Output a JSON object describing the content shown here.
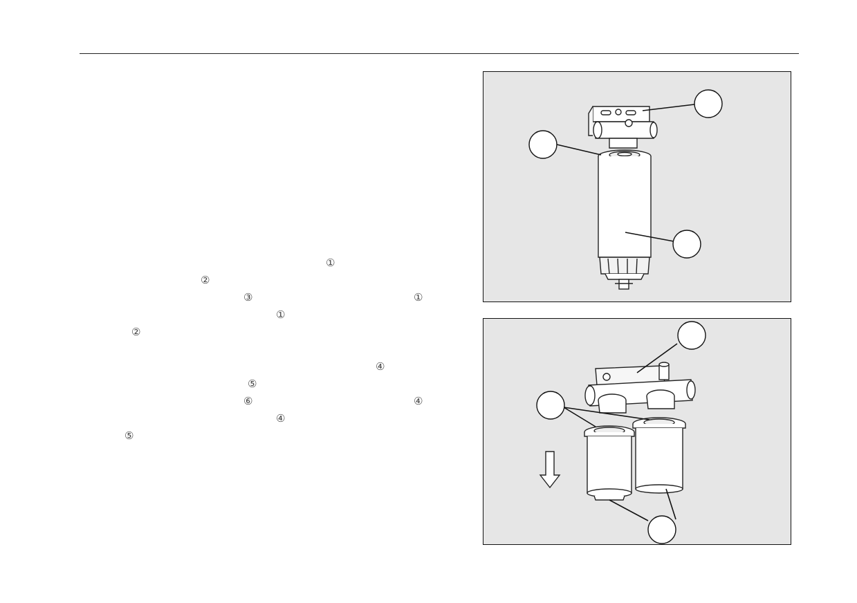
{
  "page": {
    "text_markers": [
      "①",
      "②",
      "③",
      "①",
      "①",
      "②",
      "④",
      "⑤",
      "⑥",
      "④",
      "④",
      "⑤"
    ]
  },
  "figures": [
    {
      "description": "single fuel filter with mounting head",
      "callouts": [
        "",
        "",
        ""
      ]
    },
    {
      "description": "dual fuel filters with mounting head and removal arrow",
      "callouts": [
        "",
        "",
        ""
      ]
    }
  ]
}
